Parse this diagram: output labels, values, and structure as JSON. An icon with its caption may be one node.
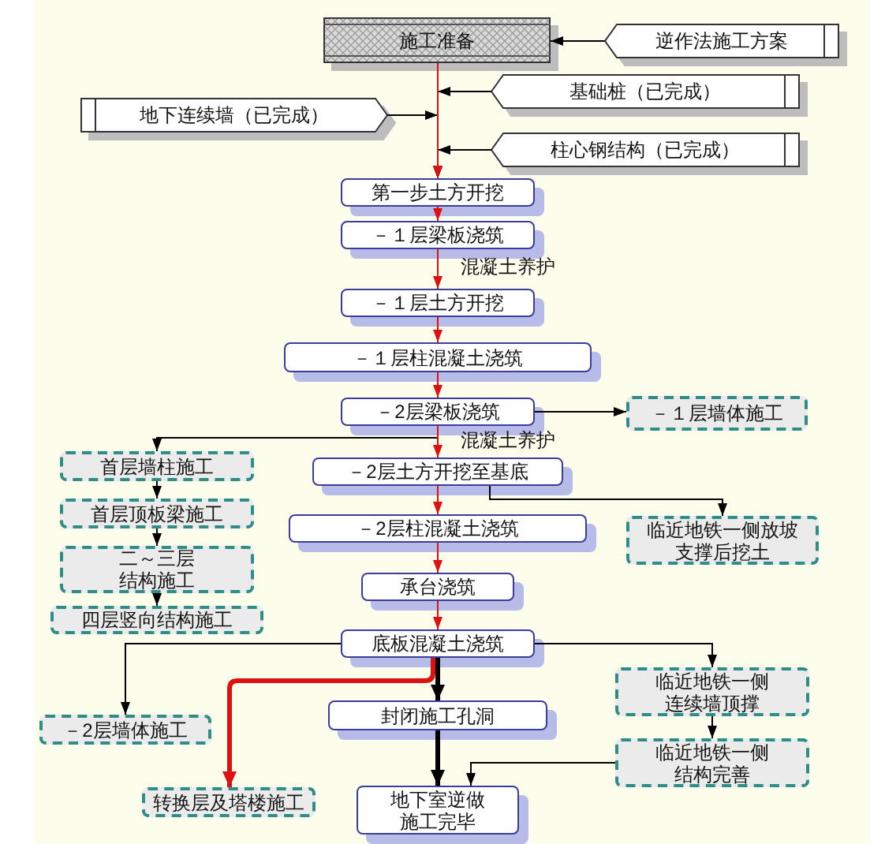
{
  "diagram": {
    "nodes": [
      {
        "text": [
          "施工准备"
        ]
      },
      {
        "text": [
          "逆作法施工方案"
        ]
      },
      {
        "text": [
          "基础桩（已完成）"
        ]
      },
      {
        "text": [
          "地下连续墙（已完成）"
        ]
      },
      {
        "text": [
          "柱心钢结构（已完成）"
        ]
      },
      {
        "text": [
          "第一步土方开挖"
        ]
      },
      {
        "text": [
          "－１层梁板浇筑"
        ]
      },
      {
        "text": [
          "－１层土方开挖"
        ]
      },
      {
        "text": [
          "－１层柱混凝土浇筑"
        ]
      },
      {
        "text": [
          "－2层梁板浇筑"
        ]
      },
      {
        "text": [
          "－１层墙体施工"
        ]
      },
      {
        "text": [
          "首层墙柱施工"
        ]
      },
      {
        "text": [
          "－2层土方开挖至基底"
        ]
      },
      {
        "text": [
          "首层顶板梁施工"
        ]
      },
      {
        "text": [
          "－2层柱混凝土浇筑"
        ]
      },
      {
        "text": [
          "临近地铁一侧放坡支撑后挖土"
        ]
      },
      {
        "text": [
          "二～三层结构施工"
        ]
      },
      {
        "text": [
          "承台浇筑"
        ]
      },
      {
        "text": [
          "四层竖向结构施工"
        ]
      },
      {
        "text": [
          "底板混凝土浇筑"
        ]
      },
      {
        "text": [
          "临近地铁一侧连续墙顶撑"
        ]
      },
      {
        "text": [
          "－2层墙体施工"
        ]
      },
      {
        "text": [
          "封闭施工孔洞"
        ]
      },
      {
        "text": [
          "临近地铁一侧结构完善"
        ]
      },
      {
        "text": [
          "转换层及塔楼施工"
        ]
      },
      {
        "text": [
          "地下室逆做施工完毕"
        ]
      }
    ],
    "edges": [
      {
        "from": 1,
        "to": 0,
        "arrow": "to"
      },
      {
        "from": 0,
        "to": 5,
        "arrow": "to",
        "color": "#dd1111"
      },
      {
        "from": 2,
        "to": 5,
        "arrow": "to"
      },
      {
        "from": 3,
        "to": 5,
        "arrow": "to"
      },
      {
        "from": 4,
        "to": 5,
        "arrow": "to"
      },
      {
        "from": 5,
        "to": 6,
        "arrow": "to",
        "color": "#dd1111"
      },
      {
        "from": 6,
        "to": 7,
        "arrow": "to",
        "label": "混凝土养护",
        "color": "#dd1111"
      },
      {
        "from": 7,
        "to": 8,
        "arrow": "to",
        "color": "#dd1111"
      },
      {
        "from": 8,
        "to": 9,
        "arrow": "to",
        "color": "#dd1111"
      },
      {
        "from": 9,
        "to": 10,
        "arrow": "to"
      },
      {
        "from": 9,
        "to": 12,
        "arrow": "to",
        "label": "混凝土养护",
        "color": "#dd1111"
      },
      {
        "from": 9,
        "to": 11,
        "arrow": "to"
      },
      {
        "from": 11,
        "to": 13,
        "arrow": "to"
      },
      {
        "from": 13,
        "to": 16,
        "arrow": "to"
      },
      {
        "from": 16,
        "to": 18,
        "arrow": "to"
      },
      {
        "from": 12,
        "to": 14,
        "arrow": "to",
        "color": "#dd1111"
      },
      {
        "from": 12,
        "to": 15,
        "arrow": "to"
      },
      {
        "from": 14,
        "to": 17,
        "arrow": "to",
        "color": "#dd1111"
      },
      {
        "from": 17,
        "to": 19,
        "arrow": "to",
        "color": "#dd1111"
      },
      {
        "from": 19,
        "to": 21,
        "arrow": "to"
      },
      {
        "from": 19,
        "to": 20,
        "arrow": "to"
      },
      {
        "from": 19,
        "to": 22,
        "arrow": "to",
        "style": "thick"
      },
      {
        "from": 19,
        "to": 24,
        "arrow": "to",
        "style": "thick",
        "color": "#dd1111"
      },
      {
        "from": 20,
        "to": 23,
        "arrow": "to"
      },
      {
        "from": 22,
        "to": 25,
        "arrow": "to",
        "style": "thick"
      },
      {
        "from": 23,
        "to": 25,
        "arrow": "to"
      }
    ]
  }
}
